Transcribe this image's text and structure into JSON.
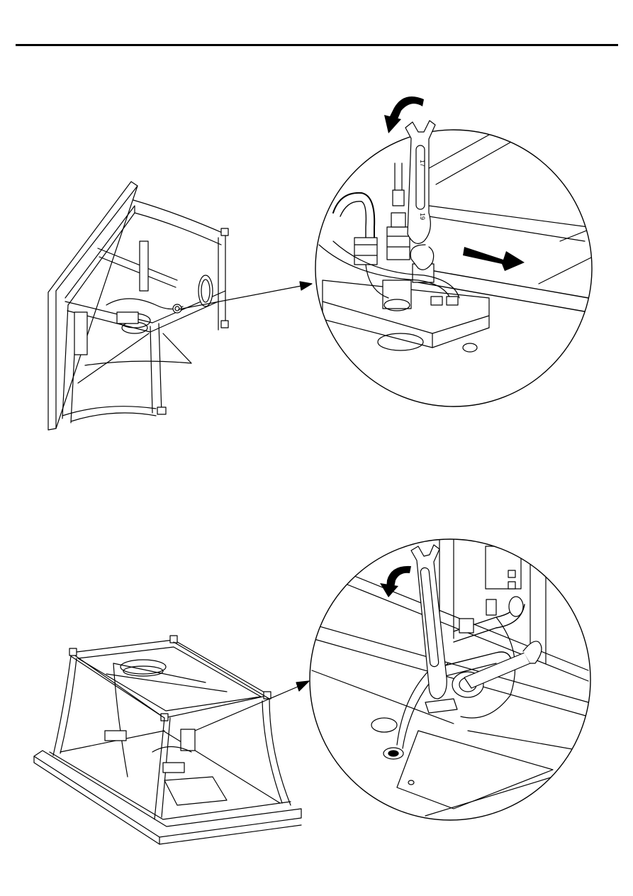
{
  "page": {
    "background": "#ffffff",
    "line_color": "#000000"
  },
  "step_1": {
    "wrench_size_label": "17",
    "wrench_end_label": "19",
    "arrow_icon": "rotate-counterclockwise-arrow",
    "direction_icon": "pull-right-arrow"
  },
  "step_2": {
    "arrow_icon": "rotate-counterclockwise-arrow"
  }
}
